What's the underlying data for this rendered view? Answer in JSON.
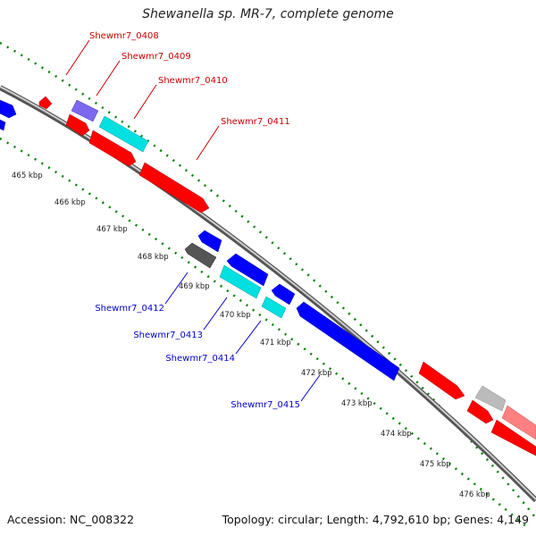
{
  "title": "Shewanella sp. MR-7, complete genome",
  "footer": {
    "accession": "Accession: NC_008322",
    "topology": "Topology: circular; Length: 4,792,610 bp; Genes: 4,149"
  },
  "ticks": [
    "465 kbp",
    "466 kbp",
    "467 kbp",
    "468 kbp",
    "469 kbp",
    "470 kbp",
    "471 kbp",
    "472 kbp",
    "473 kbp",
    "474 kbp",
    "475 kbp",
    "476 kbp"
  ],
  "labels_forward": [
    "Shewmr7_0408",
    "Shewmr7_0409",
    "Shewmr7_0410",
    "Shewmr7_0411"
  ],
  "labels_reverse": [
    "Shewmr7_0412",
    "Shewmr7_0413",
    "Shewmr7_0414",
    "Shewmr7_0415"
  ],
  "colors": {
    "forward_gene": "#ff0000",
    "reverse_gene": "#0000ff",
    "cyan_gene": "#00e0e0",
    "purple_gene": "#7b68ee",
    "dark_gene": "#555555",
    "light_gene": "#bbbbbb",
    "pink_gene": "#ff8080",
    "backbone": "#999999",
    "tick_dots": "#008000",
    "label_forward": "#cc0000",
    "label_reverse": "#0000cc"
  }
}
